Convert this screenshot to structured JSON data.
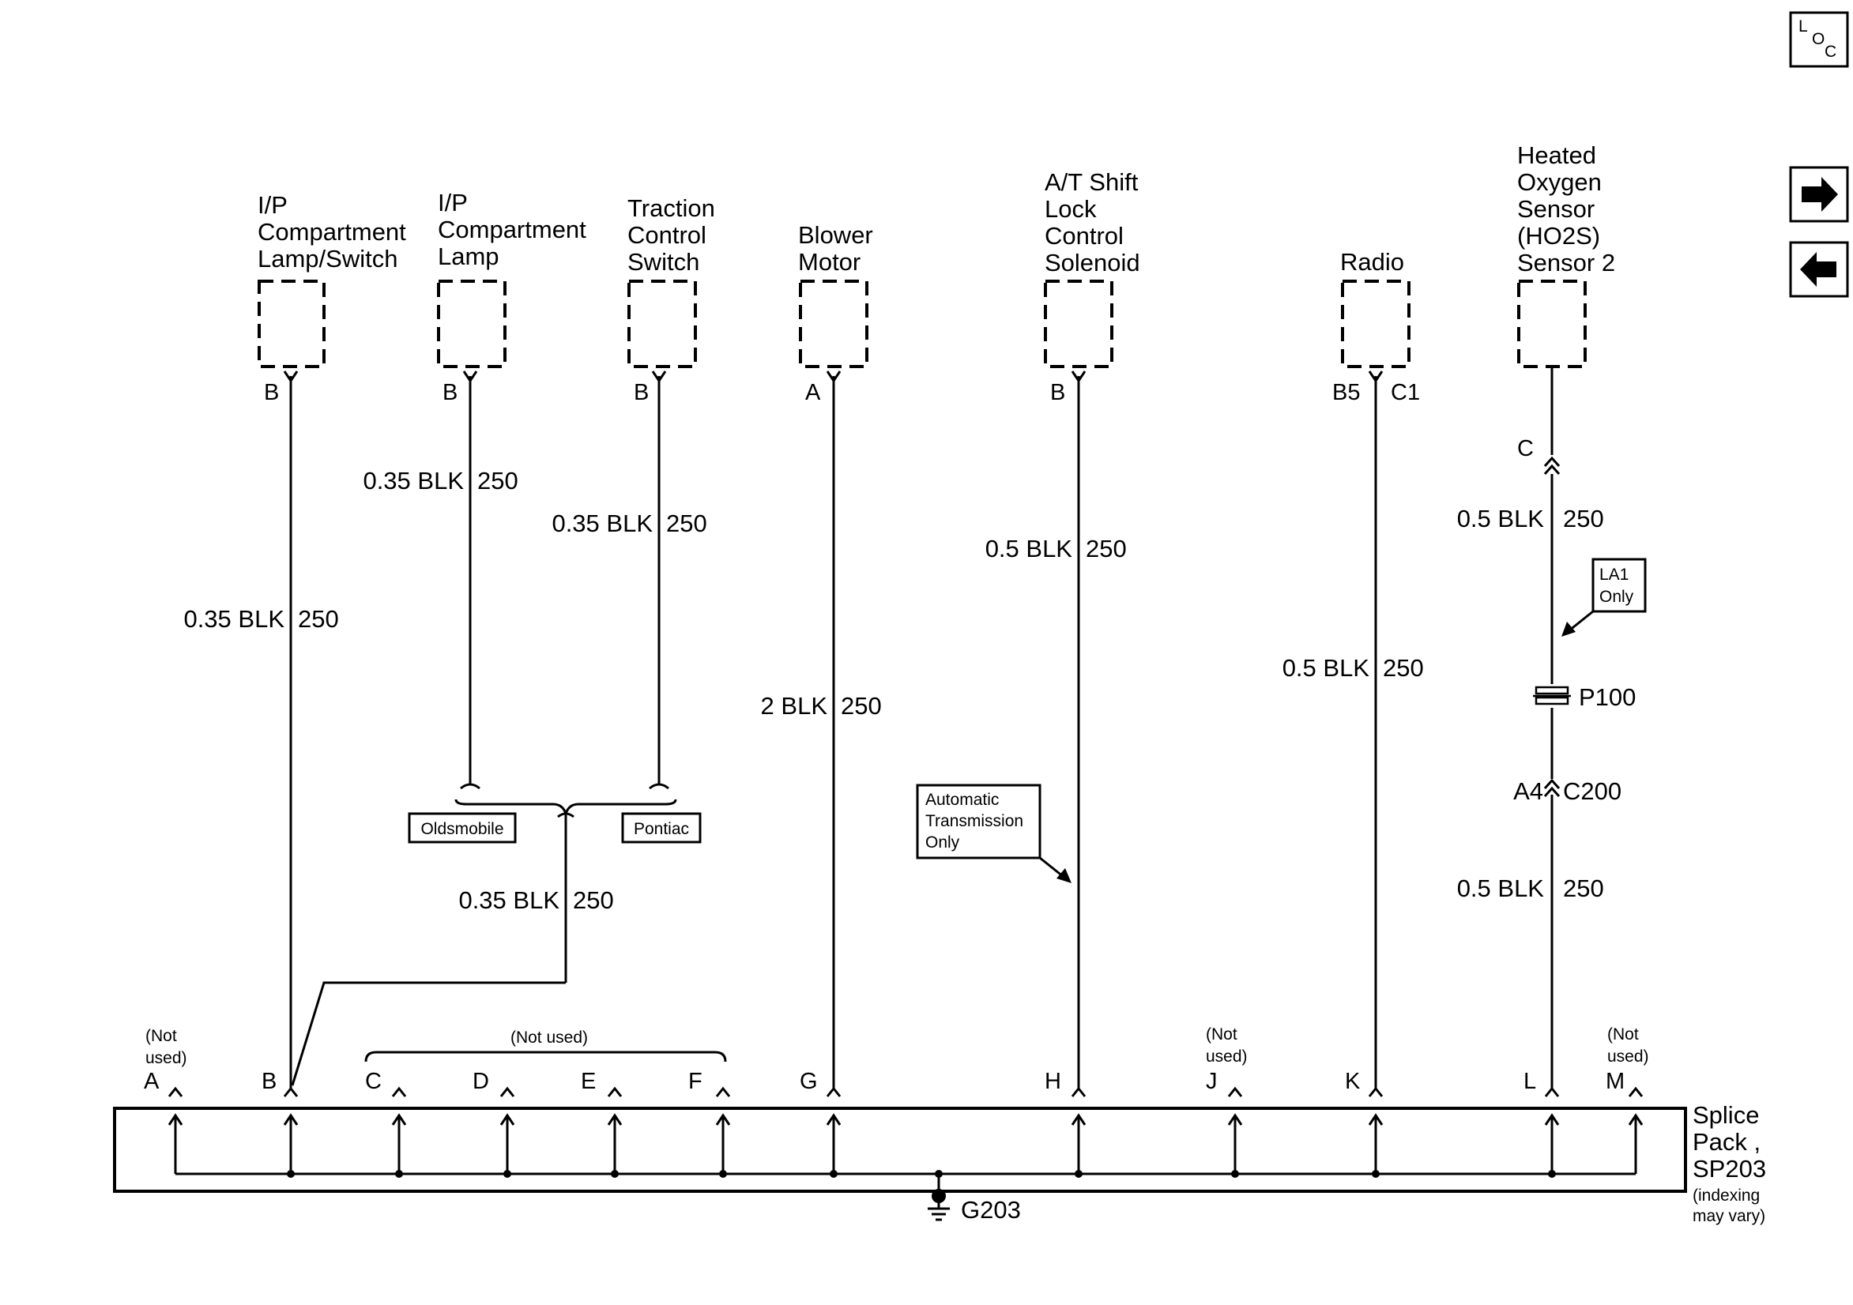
{
  "nav": {
    "loc_letters": [
      "L",
      "O",
      "C"
    ],
    "next_icon": "right-arrow-icon",
    "prev_icon": "left-arrow-icon"
  },
  "components": [
    {
      "lines": [
        "I/P",
        "Compartment",
        "Lamp/Switch"
      ],
      "pin": "B"
    },
    {
      "lines": [
        "I/P",
        "Compartment",
        "Lamp"
      ],
      "pin": "B"
    },
    {
      "lines": [
        "Traction",
        "Control",
        "Switch"
      ],
      "pin": "B"
    },
    {
      "lines": [
        "Blower",
        "Motor"
      ],
      "pin": "A"
    },
    {
      "lines": [
        "A/T Shift",
        "Lock",
        "Control",
        "Solenoid"
      ],
      "pin": "B"
    },
    {
      "lines": [
        "Radio"
      ],
      "pin_left": "B5",
      "pin_right": "C1"
    },
    {
      "lines": [
        "Heated",
        "Oxygen",
        "Sensor",
        "(HO2S)",
        "Sensor 2"
      ]
    }
  ],
  "wires": [
    {
      "size_color": "0.35 BLK",
      "circuit": "250"
    },
    {
      "size_color": "0.35 BLK",
      "circuit": "250"
    },
    {
      "size_color": "0.35 BLK",
      "circuit": "250"
    },
    {
      "size_color": "2 BLK",
      "circuit": "250"
    },
    {
      "size_color": "0.5 BLK",
      "circuit": "250"
    },
    {
      "size_color": "0.5 BLK",
      "circuit": "250"
    },
    {
      "size_color": "0.5 BLK",
      "circuit": "250"
    },
    {
      "size_color": "0.5 BLK",
      "circuit": "250"
    },
    {
      "size_color": "0.35 BLK",
      "circuit": "250"
    }
  ],
  "options": {
    "oldsmobile": "Oldsmobile",
    "pontiac": "Pontiac",
    "automatic_transmission": [
      "Automatic",
      "Transmission",
      "Only"
    ],
    "la1_only": [
      "LA1",
      "Only"
    ]
  },
  "connectors": {
    "ho2s_c": "C",
    "p100": "P100",
    "c200_pin": "A4",
    "c200": "C200"
  },
  "splice_pack": {
    "pins": [
      "A",
      "B",
      "C",
      "D",
      "E",
      "F",
      "G",
      "H",
      "J",
      "K",
      "L",
      "M"
    ],
    "not_used_a": [
      "(Not",
      "used)"
    ],
    "not_used_cf": "(Not used)",
    "not_used_j": [
      "(Not",
      "used)"
    ],
    "not_used_m": [
      "(Not",
      "used)"
    ],
    "label": [
      "Splice",
      "Pack ,",
      "SP203"
    ],
    "note": [
      "(indexing",
      "may vary)"
    ],
    "ground": "G203"
  }
}
